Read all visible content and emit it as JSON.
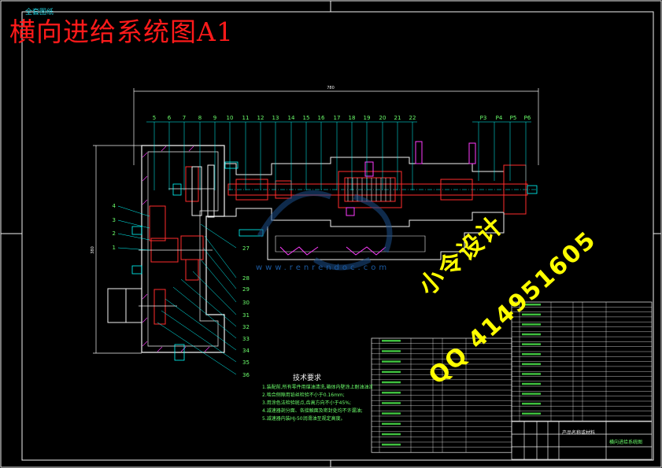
{
  "drawing": {
    "title": "横向进给系统图A1",
    "stamp_text": "全套图纸",
    "watermark_designer": "小令设计",
    "watermark_qq": "QQ 414951605",
    "watermark_site": "www.renrendoc.com",
    "overall_dimension": "780",
    "vertical_dimension": "380"
  },
  "top_labels": [
    "5",
    "6",
    "7",
    "8",
    "9",
    "10",
    "11",
    "12",
    "13",
    "14",
    "15",
    "16",
    "17",
    "18",
    "19",
    "20",
    "21",
    "22"
  ],
  "right_labels": [
    "P3",
    "P4",
    "P5",
    "P6"
  ],
  "left_labels": [
    "4",
    "3",
    "2",
    "1"
  ],
  "lower_labels": [
    "27",
    "28",
    "29",
    "30",
    "31",
    "32",
    "33",
    "34",
    "35",
    "36"
  ],
  "tech_requirements": {
    "title": "技术要求",
    "notes": [
      "1.装配前,所有零件用煤油清洗,箱体内壁涂上耐油油漆;",
      "2.啮合侧隙用铅丝检验不小于0.16mm;",
      "3.用涂色法检验斑点,齿高方向不小于45%;",
      "4.减速器剖分面、各接触面及密封处均不许漏油;",
      "5.减速器内装HJ-50润滑油至规定高度。"
    ]
  },
  "title_block": {
    "drawing_name": "横向进给系统图",
    "product_label": "产品名称或材料"
  },
  "colors": {
    "background": "#000000",
    "outline": "#f2f2f2",
    "part_lines": "#ff2d2d",
    "leader_lines": "#00ffff",
    "labels": "#6cff6c",
    "hatch": "#ff3cff",
    "watermark": "#ffff00",
    "title": "#ff1a1a"
  }
}
